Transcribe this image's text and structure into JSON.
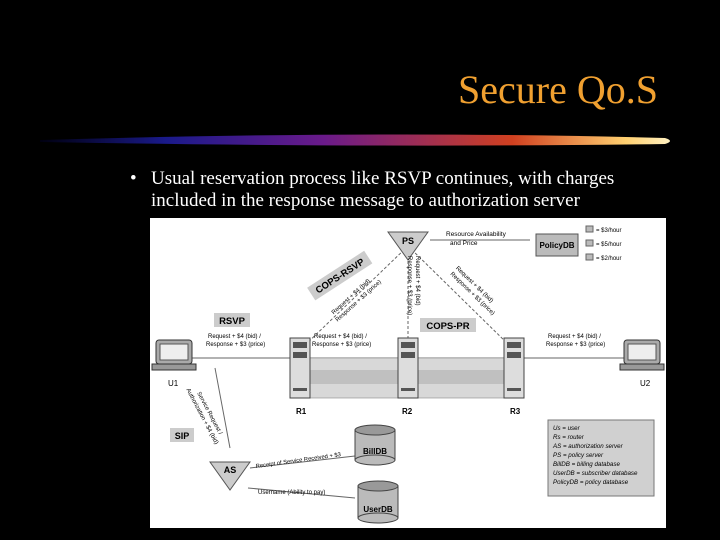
{
  "slide": {
    "title": "Secure Qo.S",
    "bullet": "Usual reservation process like RSVP continues, with charges included in the response message to authorization server"
  },
  "diagram": {
    "nodes": {
      "ps": "PS",
      "policydb": "PolicyDB",
      "billdb": "BillDB",
      "userdb": "UserDB",
      "as": "AS",
      "u1": "U1",
      "u2": "U2",
      "r1": "R1",
      "r2": "R2",
      "r3": "R3"
    },
    "protocols": {
      "rsvp": "RSVP",
      "cops_rsvp": "COPS-RSVP",
      "cops_pr": "COPS-PR",
      "sip": "SIP"
    },
    "prices": [
      "= $3/hour",
      "= $5/hour",
      "= $2/hour"
    ],
    "messages": {
      "resource_availability": "Resource Availability",
      "and_price": "and Price",
      "req_left": "Request + $4 (bid) /",
      "resp_left": "Response + $3 (price)",
      "req_mid": "Request + $4 (bid) /",
      "resp_mid": "Response + $3 (price)",
      "req_right": "Request + $4 (bid) /",
      "resp_right": "Response + $3 (price)",
      "cops_req": "Request + $4 (bid)",
      "cops_resp": "Response + $3 (price)",
      "ps_r2_req": "Request + $4 (bid)",
      "ps_r2_resp": "Response + $3 (price)",
      "ps_r3_req": "Request + $4 (bid)",
      "ps_r3_resp": "Response + $3 (price)",
      "sip_req": "Service Request /",
      "sip_auth": "Authorization + $4 (bid)",
      "bill_msg": "Receipt of Service Received + $3",
      "user_msg": "Username (Ability to pay)"
    },
    "legend": [
      "Us = user",
      "Rs = router",
      "AS = authorization server",
      "PS = policy server",
      "BillDB = billing database",
      "UserDB = subscriber database",
      "PolicyDB = policy database"
    ]
  }
}
